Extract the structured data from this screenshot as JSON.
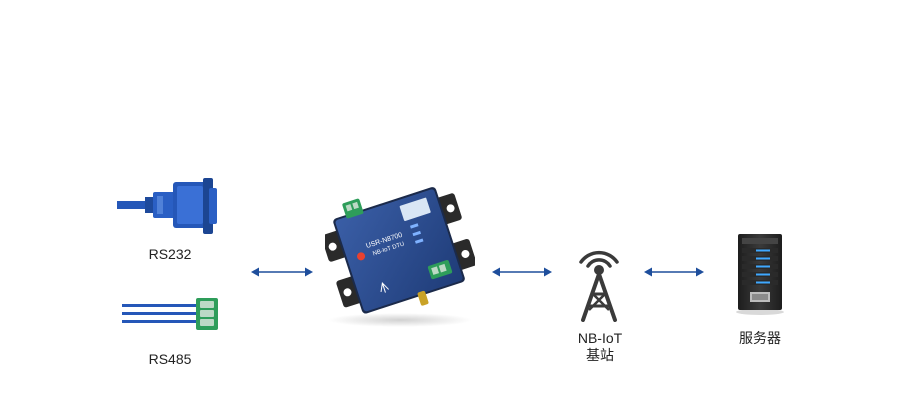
{
  "nodes": {
    "rs232": {
      "label": "RS232"
    },
    "rs485": {
      "label": "RS485"
    },
    "device": {
      "model": "USR-N8700",
      "subtitle": "NB-IoT DTU"
    },
    "base_station": {
      "label_line1": "NB-IoT",
      "label_line2": "基站"
    },
    "server": {
      "label": "服务器"
    }
  },
  "colors": {
    "arrow": "#1e4e9c",
    "device_body": "#2a4a8c",
    "connector_blue": "#2557b8",
    "terminal_green": "#2e9d5a",
    "tower": "#3a3a3a",
    "server": "#2b2b2b",
    "server_light": "#3fa8ff"
  }
}
